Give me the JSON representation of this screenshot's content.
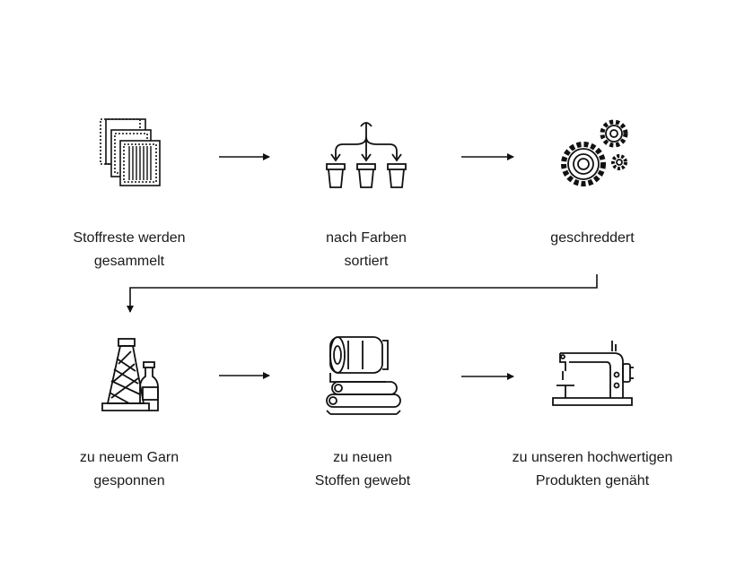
{
  "steps": [
    {
      "id": "collect",
      "icon": "fabric-swatches-icon",
      "label_line1": "Stoffreste werden",
      "label_line2": "gesammelt"
    },
    {
      "id": "sort",
      "icon": "sorting-flow-icon",
      "label_line1": "nach Farben",
      "label_line2": "sortiert"
    },
    {
      "id": "shred",
      "icon": "gears-icon",
      "label_line1": "geschreddert",
      "label_line2": ""
    },
    {
      "id": "spin",
      "icon": "yarn-spools-icon",
      "label_line1": "zu neuem Garn",
      "label_line2": "gesponnen"
    },
    {
      "id": "weave",
      "icon": "fabric-rolls-icon",
      "label_line1": "zu neuen",
      "label_line2": "Stoffen gewebt"
    },
    {
      "id": "sew",
      "icon": "sewing-machine-icon",
      "label_line1": "zu unseren hochwertigen",
      "label_line2": "Produkten genäht"
    }
  ]
}
